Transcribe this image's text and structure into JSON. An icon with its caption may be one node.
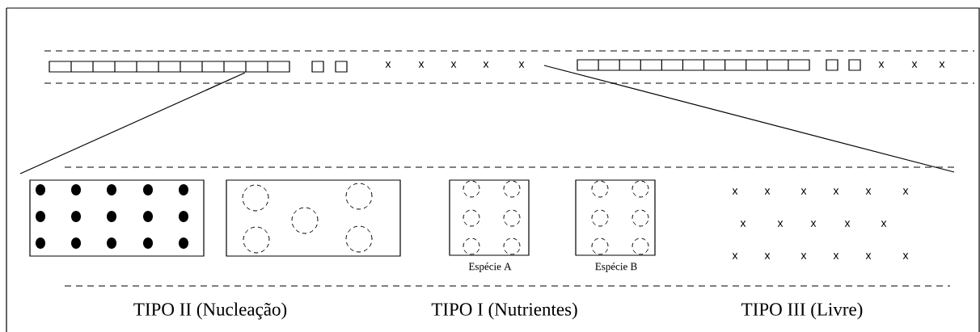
{
  "diagram": {
    "nodes": [
      {
        "text": [],
        "shape": "box"
      },
      {
        "text": [],
        "shape": "box"
      },
      {
        "text": [],
        "shape": "box",
        "beside": [
          "Espécie A"
        ]
      },
      {
        "text": [],
        "shape": "box",
        "beside": [
          "Espécie B"
        ]
      }
    ],
    "labels": [
      "x",
      "x",
      "x",
      "x",
      "x",
      "x",
      "x",
      "x",
      "x",
      "x",
      "x",
      "x",
      "x",
      "x",
      "x",
      "x",
      "x",
      "x",
      "x",
      "x",
      "x",
      "x",
      "x",
      "x",
      "x",
      "TIPO II (Nucleação)",
      "TIPO I (Nutrientes)",
      "TIPO III (Livre)"
    ]
  }
}
